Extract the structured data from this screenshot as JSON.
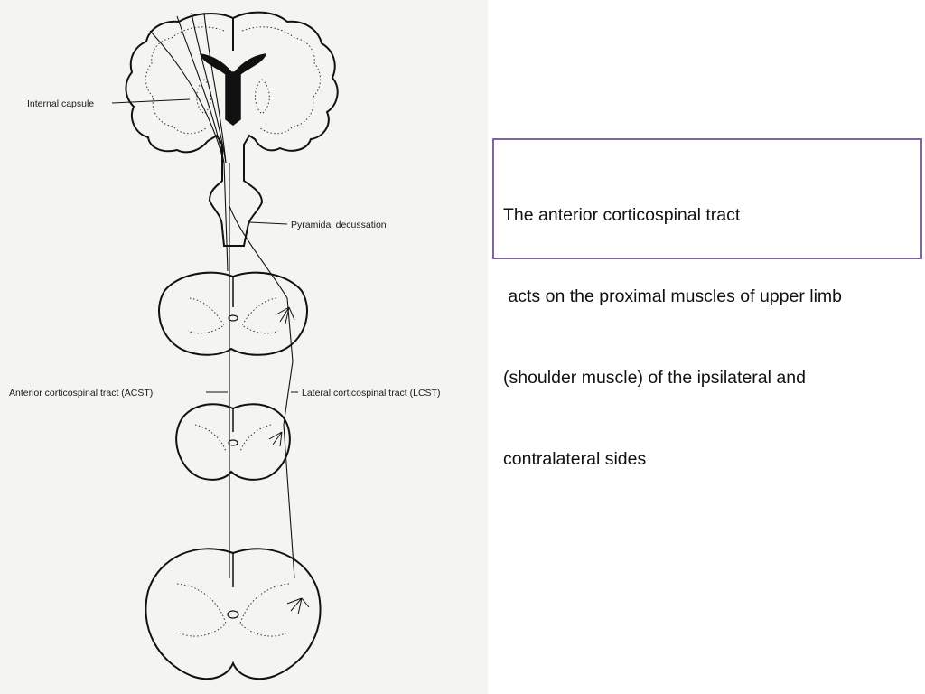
{
  "figure": {
    "labels": {
      "internal_capsule": "Internal capsule",
      "pyramidal_decussation": "Pyramidal decussation",
      "acst": "Anterior corticospinal tract (ACST)",
      "lcst": "Lateral corticospinal tract (LCST)"
    }
  },
  "text_box": {
    "lines": [
      "The anterior corticospinal tract",
      " acts on the proximal muscles of upper limb",
      "(shoulder muscle) of the ipsilateral and",
      "contralateral sides"
    ],
    "border_color": "#8064a2"
  }
}
